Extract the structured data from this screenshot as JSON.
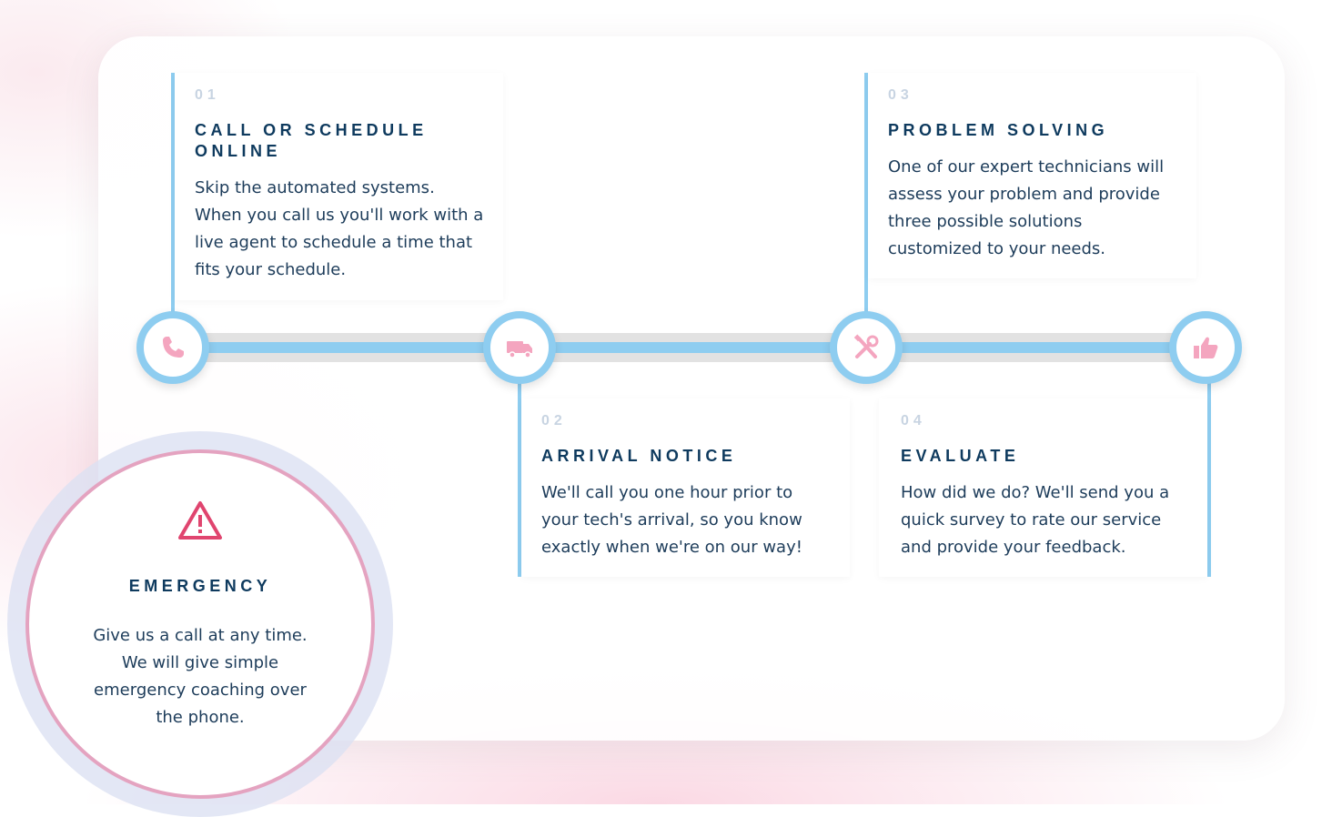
{
  "steps": [
    {
      "num": "01",
      "title": "Call or Schedule Online",
      "desc": "Skip the automated systems. When you call us you'll work with a live agent to schedule a time that fits your schedule.",
      "icon": "phone-icon"
    },
    {
      "num": "02",
      "title": "Arrival Notice",
      "desc": "We'll call you one hour prior to your tech's arrival, so you know exactly when we're on our way!",
      "icon": "truck-icon"
    },
    {
      "num": "03",
      "title": "Problem Solving",
      "desc": "One of our expert technicians will assess your problem and provide three possible solutions customized to your needs.",
      "icon": "tools-icon"
    },
    {
      "num": "04",
      "title": "Evaluate",
      "desc": "How did we do? We'll send you a quick survey to rate our service and provide your feedback.",
      "icon": "thumbs-up-icon"
    }
  ],
  "emergency": {
    "title": "EMERGENCY",
    "desc": "Give us a call at any time. We will give simple emergency coaching over the phone.",
    "icon": "warning-icon"
  },
  "colors": {
    "accent_blue": "#8ecdf0",
    "icon_pink": "#f4a5bf",
    "heading_navy": "#0e3a5e",
    "warning_red": "#e0456f",
    "circle_border": "#e4a3c0"
  }
}
